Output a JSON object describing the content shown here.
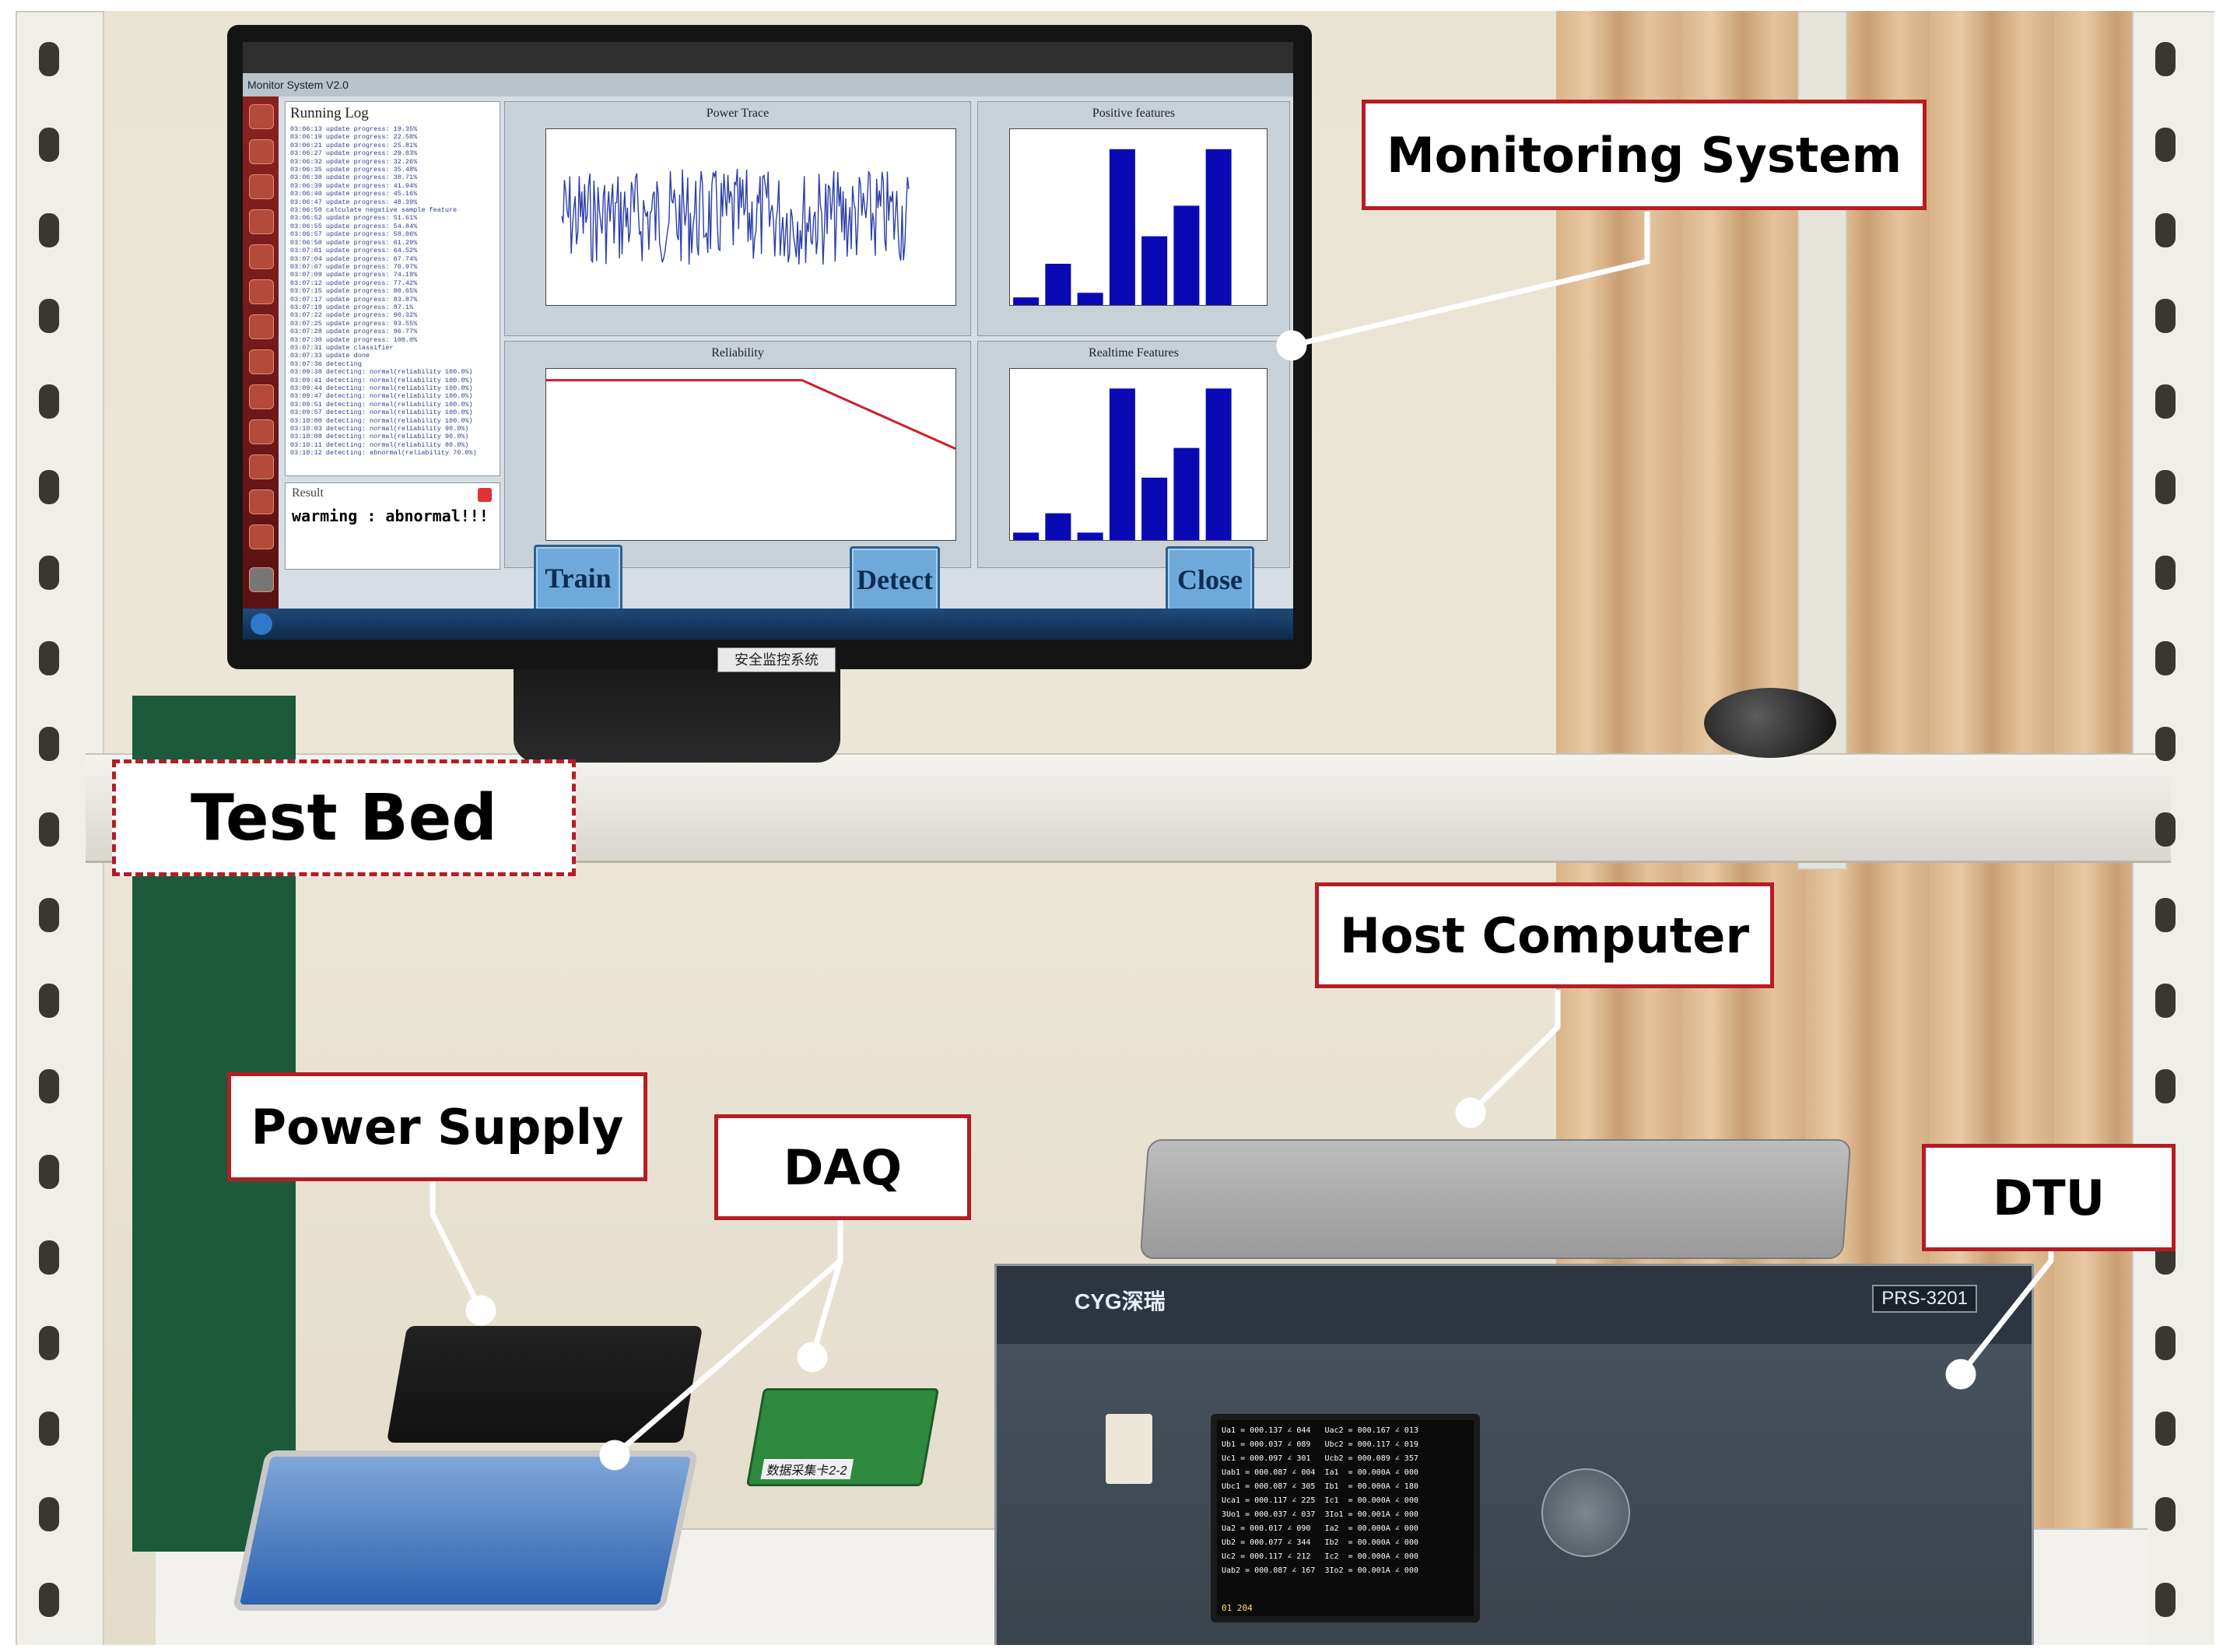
{
  "monitor": {
    "topbar_text": "Monitor System V2.0",
    "log_panel": {
      "title": "Running Log",
      "lines": [
        "03:06:13 update progress: 19.35%",
        "03:06:19 update progress: 22.58%",
        "03:06:21 update progress: 25.81%",
        "03:06:27 update progress: 29.03%",
        "03:06:32 update progress: 32.26%",
        "03:06:35 update progress: 35.48%",
        "03:06:38 update progress: 38.71%",
        "03:06:39 update progress: 41.94%",
        "03:06:40 update progress: 45.16%",
        "03:06:47 update progress: 48.39%",
        "03:06:50 calculate negative sample feature",
        "03:06:52 update progress: 51.61%",
        "03:06:55 update progress: 54.84%",
        "03:06:57 update progress: 58.06%",
        "03:06:58 update progress: 61.29%",
        "03:07:01 update progress: 64.52%",
        "03:07:04 update progress: 67.74%",
        "03:07:07 update progress: 70.97%",
        "03:07:09 update progress: 74.19%",
        "03:07:12 update progress: 77.42%",
        "03:07:15 update progress: 80.65%",
        "03:07:17 update progress: 83.87%",
        "03:07:19 update progress: 87.1%",
        "03:07:22 update progress: 90.32%",
        "03:07:25 update progress: 93.55%",
        "03:07:28 update progress: 96.77%",
        "03:07:30 update progress: 100.0%",
        "03:07:31 update classifier",
        "03:07:33 update done",
        "03:07:36 detecting",
        "03:09:38 detecting: normal(reliability 100.0%)",
        "03:09:41 detecting: normal(reliability 100.0%)",
        "03:09:44 detecting: normal(reliability 100.0%)",
        "03:09:47 detecting: normal(reliability 100.0%)",
        "03:09:51 detecting: normal(reliability 100.0%)",
        "03:09:57 detecting: normal(reliability 100.0%)",
        "03:10:00 detecting: normal(reliability 100.0%)",
        "03:10:03 detecting: normal(reliability 90.0%)",
        "03:10:08 detecting: normal(reliability 90.0%)",
        "03:10:11 detecting: normal(reliability 80.0%)",
        "03:10:12 detecting: abnormal(reliability 70.0%)"
      ]
    },
    "result_panel": {
      "title": "Result",
      "text": "warming : abnormal!!!"
    },
    "plots": {
      "power_trace": {
        "title": "Power Trace"
      },
      "positive_features": {
        "title": "Positive features",
        "values": [
          0.5,
          2.7,
          0.8,
          10.2,
          4.5,
          6.5,
          10.2,
          0
        ]
      },
      "reliability": {
        "title": "Reliability",
        "values": [
          1.0,
          1.0,
          1.0,
          1.0,
          1.0,
          1.0,
          0.9,
          0.8,
          0.7
        ]
      },
      "realtime_features": {
        "title": "Realtime Features",
        "values": [
          0.5,
          1.8,
          0.5,
          10.2,
          4.2,
          6.2,
          10.2,
          0
        ]
      }
    },
    "buttons": {
      "train": "Train",
      "detect": "Detect",
      "close": "Close"
    },
    "stand_label": "安全监控系统"
  },
  "equipment": {
    "dtu_brand": "CYG深瑞",
    "dtu_model": "PRS-3201",
    "daq_terminal_label": "数据采集卡2-2",
    "dtu_screen_rows": [
      "Ua1 = 000.137 ∠ 044   Uac2 = 000.167 ∠ 013",
      "Ub1 = 000.037 ∠ 089   Ubc2 = 000.117 ∠ 019",
      "Uc1 = 000.097 ∠ 301   Ucb2 = 000.089 ∠ 357",
      "Uab1 = 000.087 ∠ 004  Ia1  = 00.000A ∠ 000",
      "Ubc1 = 000.087 ∠ 305  Ib1  = 00.000A ∠ 180",
      "Uca1 = 000.117 ∠ 225  Ic1  = 00.000A ∠ 000",
      "3Uo1 = 000.037 ∠ 037  3Io1 = 00.001A ∠ 000",
      "Ua2 = 000.017 ∠ 090   Ia2  = 00.000A ∠ 000",
      "Ub2 = 000.077 ∠ 344   Ib2  = 00.000A ∠ 000",
      "Uc2 = 000.117 ∠ 212   Ic2  = 00.000A ∠ 000",
      "Uab2 = 000.087 ∠ 167  3Io2 = 00.001A ∠ 000"
    ],
    "dtu_screen_footer": "01  204"
  },
  "annotations": {
    "monitoring_system": "Monitoring System",
    "test_bed": "Test Bed",
    "host_computer": "Host Computer",
    "power_supply": "Power Supply",
    "daq": "DAQ",
    "dtu": "DTU"
  },
  "colors": {
    "callout_border": "#b51d24",
    "bar_fill": "#0a0ab4",
    "trace_line": "#2b3fa8",
    "reliability_line": "#cc1f2b"
  }
}
